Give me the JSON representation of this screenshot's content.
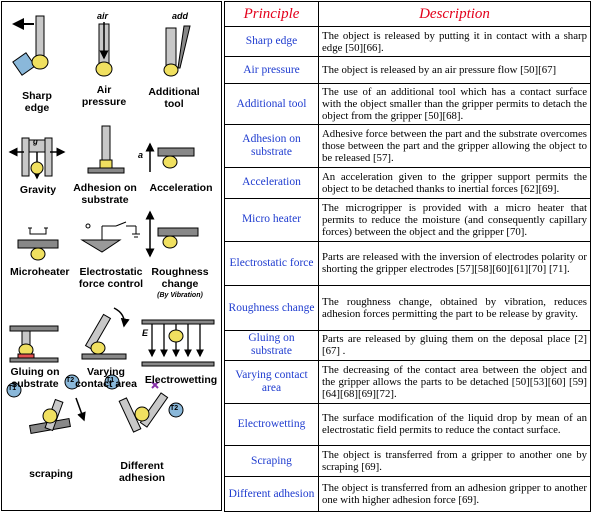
{
  "figure": {
    "captions": {
      "sharp_edge": "Sharp\nedge",
      "air_pressure": "Air\npressure",
      "additional_tool": "Additional\ntool",
      "gravity": "Gravity",
      "adhesion_on_substrate": "Adhesion on\nsubstrate",
      "acceleration": "Acceleration",
      "microheater": "Microheater",
      "electrostatic_force_control": "Electrostatic\nforce control",
      "roughness_change": "Roughness\nchange",
      "by_vibration": "(By Vibration)",
      "gluing_on_substrate": "Gluing on\nsubstrate",
      "varying_contact_area": "Varying\ncontact area",
      "electrowetting": "Electrowetting",
      "scraping": "scraping",
      "different_adhesion": "Different\nadhesion"
    },
    "labels": {
      "air": "air",
      "add": "add",
      "g": "g",
      "a": "a",
      "e": "E",
      "t1_left": "T1",
      "t2_left": "T2",
      "t1_right": "T1",
      "t2_right": "T2"
    }
  },
  "table": {
    "headers": {
      "principle": "Principle",
      "description": "Description"
    },
    "rows": [
      {
        "principle": "Sharp edge",
        "description": "The object is released by putting it in contact with a sharp edge [50][66]."
      },
      {
        "principle": "Air pressure",
        "description": "The object is released by an air pressure flow [50][67]"
      },
      {
        "principle": "Additional tool",
        "description": "The use of an additional tool which has a contact surface with the object smaller than the gripper permits to detach the object from the gripper [50][68]."
      },
      {
        "principle": "Adhesion on substrate",
        "description": "Adhesive force between the part and the substrate overcomes those between the part and the gripper allowing the object to be released [57]."
      },
      {
        "principle": "Acceleration",
        "description": "An acceleration given to the gripper support permits the object to be detached thanks to inertial forces [62][69]."
      },
      {
        "principle": "Micro heater",
        "description": "The microgripper is provided with a micro heater that permits to reduce the moisture (and consequently capillary forces) between the object and the gripper [70]."
      },
      {
        "principle": "Electrostatic force",
        "description": "Parts are released with the inversion of electrodes polarity or shorting the gripper electrodes [57][58][60][61][70] [71]."
      },
      {
        "principle": "Roughness change",
        "description": "The roughness change, obtained by vibration, reduces adhesion forces permitting the part to be release by gravity."
      },
      {
        "principle": "Gluing on substrate",
        "description": "Parts are released by gluing them on the deposal place [2][67] ."
      },
      {
        "principle": "Varying contact area",
        "description": "The decreasing of the contact area between the object and the gripper allows the parts to be detached [50][53][60] [59][64][68][69][72]."
      },
      {
        "principle": "Electrowetting",
        "description": "The surface modification of the liquid drop by mean of an electrostatic field permits to reduce the contact surface."
      },
      {
        "principle": "Scraping",
        "description": "The object is transferred from a gripper to another one by scraping [69]."
      },
      {
        "principle": "Different adhesion",
        "description": "The object is transferred from an adhesion gripper to another one with higher adhesion force [69]."
      }
    ]
  }
}
